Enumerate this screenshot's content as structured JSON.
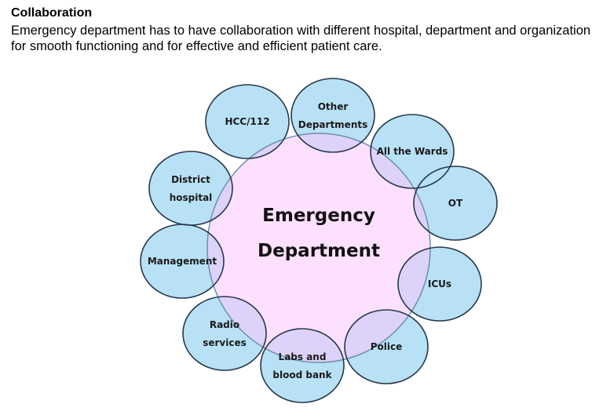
{
  "heading": "Collaboration",
  "paragraph": "Emergency department has to have collaboration with different hospital, department and organization for smooth functioning and for effective and efficient patient care.",
  "diagram": {
    "center": {
      "line1": "Emergency",
      "line2": "Department"
    },
    "nodes": [
      {
        "line1": "HCC/112",
        "line2": ""
      },
      {
        "line1": "Other",
        "line2": "Departments"
      },
      {
        "line1": "All the Wards",
        "line2": ""
      },
      {
        "line1": "OT",
        "line2": ""
      },
      {
        "line1": "ICUs",
        "line2": ""
      },
      {
        "line1": "Police",
        "line2": ""
      },
      {
        "line1": "Labs and",
        "line2": "blood bank"
      },
      {
        "line1": "Radio",
        "line2": "services"
      },
      {
        "line1": "Management",
        "line2": ""
      },
      {
        "line1": "District",
        "line2": "hospital"
      }
    ],
    "colors": {
      "center_fill": "#fcc6fc",
      "node_fill": "#b8e1f5",
      "node_stroke": "#26394d",
      "center_stroke": "#6f8fae"
    }
  }
}
